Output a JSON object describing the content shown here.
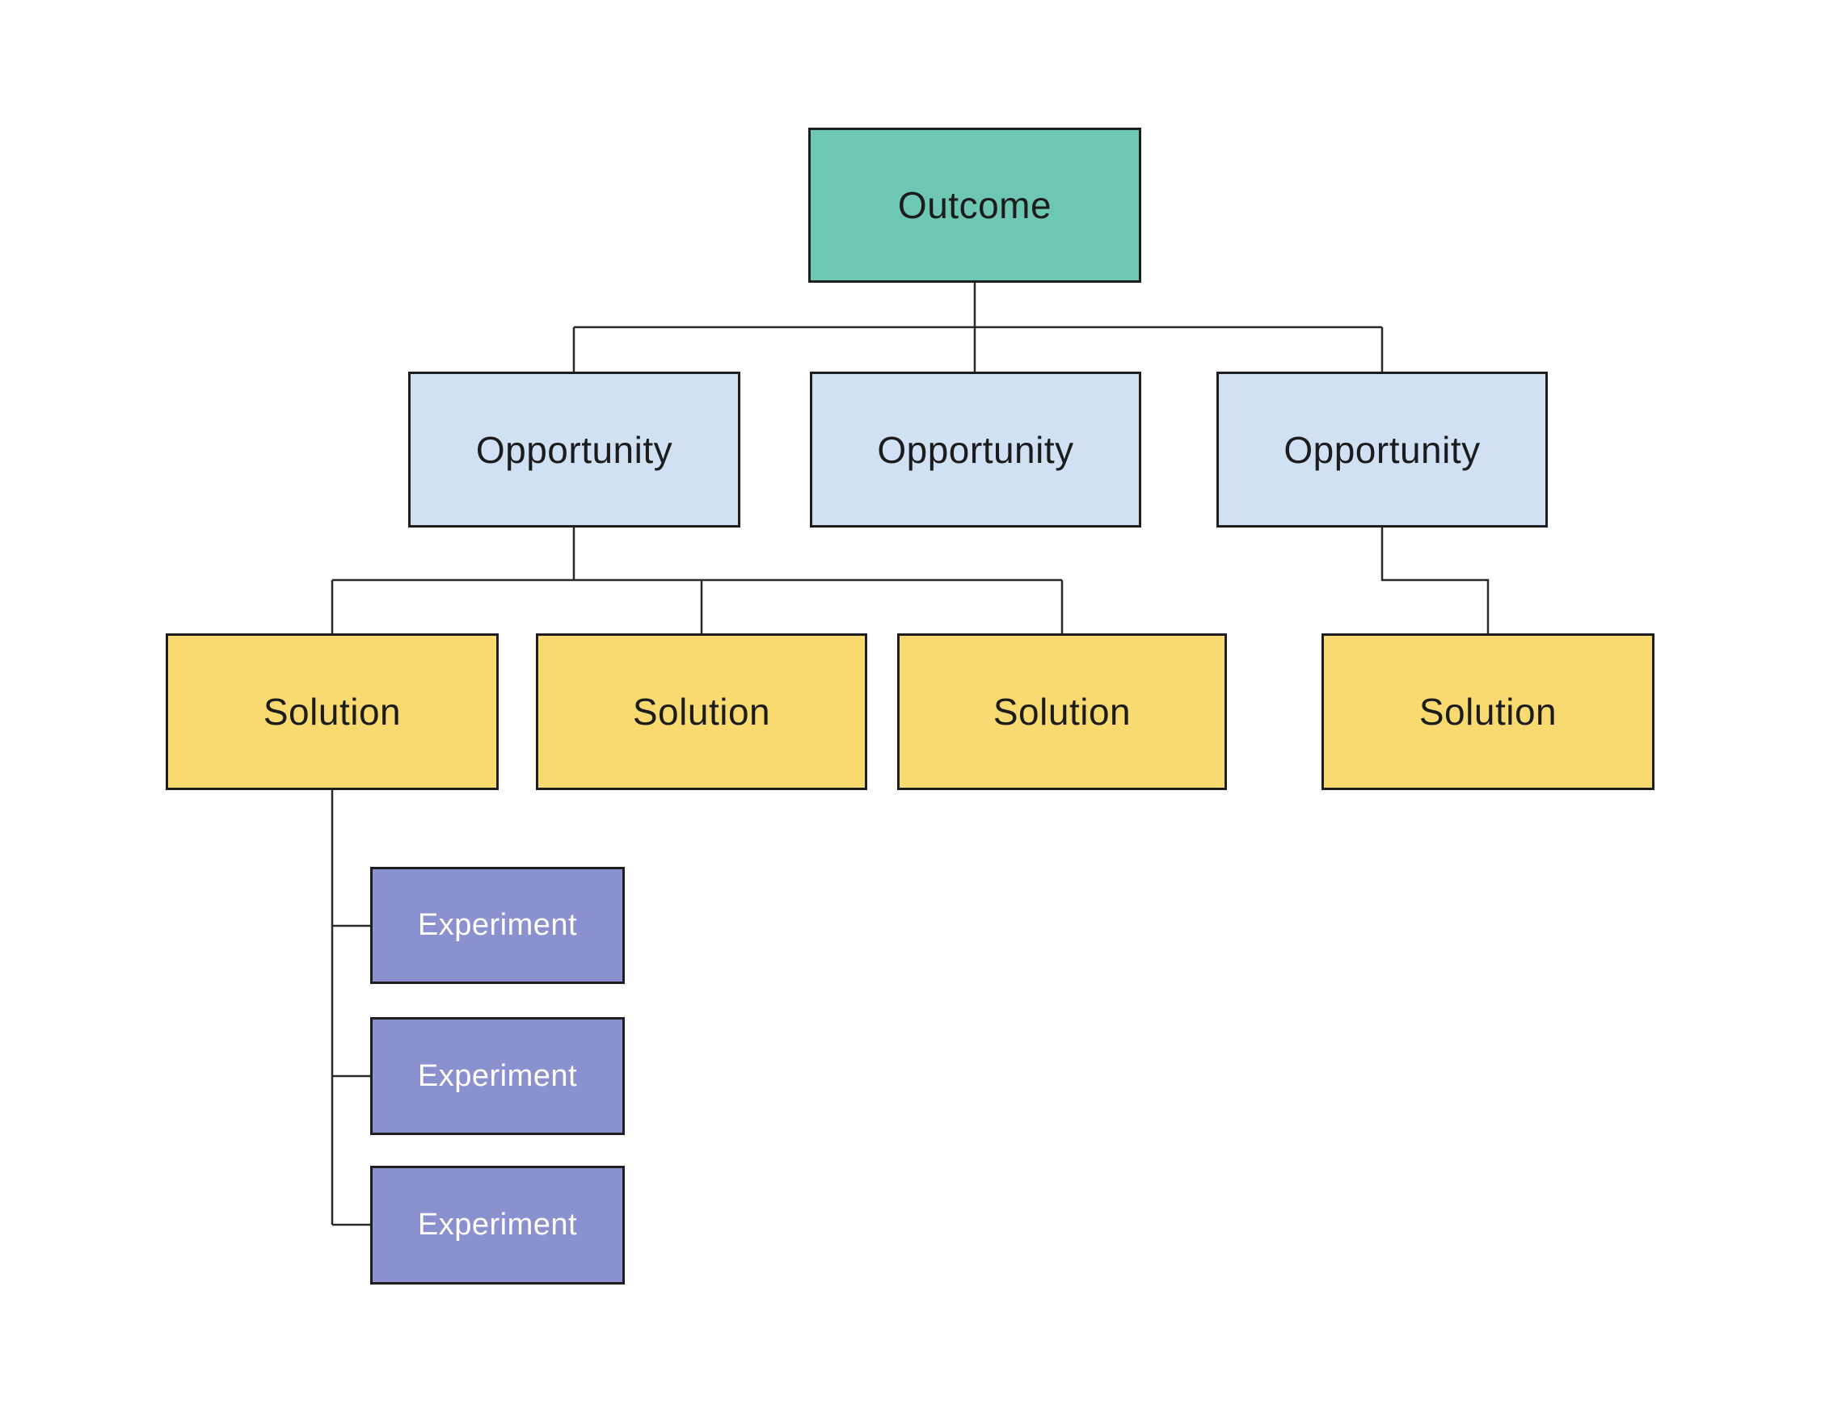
{
  "colors": {
    "outcome": "#6ec7b2",
    "opportunity": "#cfe1f3",
    "solution": "#f8da70",
    "experiment": "#8b91cf",
    "border": "#1e1e1e",
    "connector": "#2a2a2a",
    "text_dark": "#1c1c1c",
    "text_light": "#ffffff"
  },
  "nodes": {
    "outcome": {
      "label": "Outcome"
    },
    "opportunities": [
      {
        "label": "Opportunity"
      },
      {
        "label": "Opportunity"
      },
      {
        "label": "Opportunity"
      }
    ],
    "solutions": [
      {
        "label": "Solution"
      },
      {
        "label": "Solution"
      },
      {
        "label": "Solution"
      },
      {
        "label": "Solution"
      }
    ],
    "experiments": [
      {
        "label": "Experiment"
      },
      {
        "label": "Experiment"
      },
      {
        "label": "Experiment"
      }
    ]
  }
}
